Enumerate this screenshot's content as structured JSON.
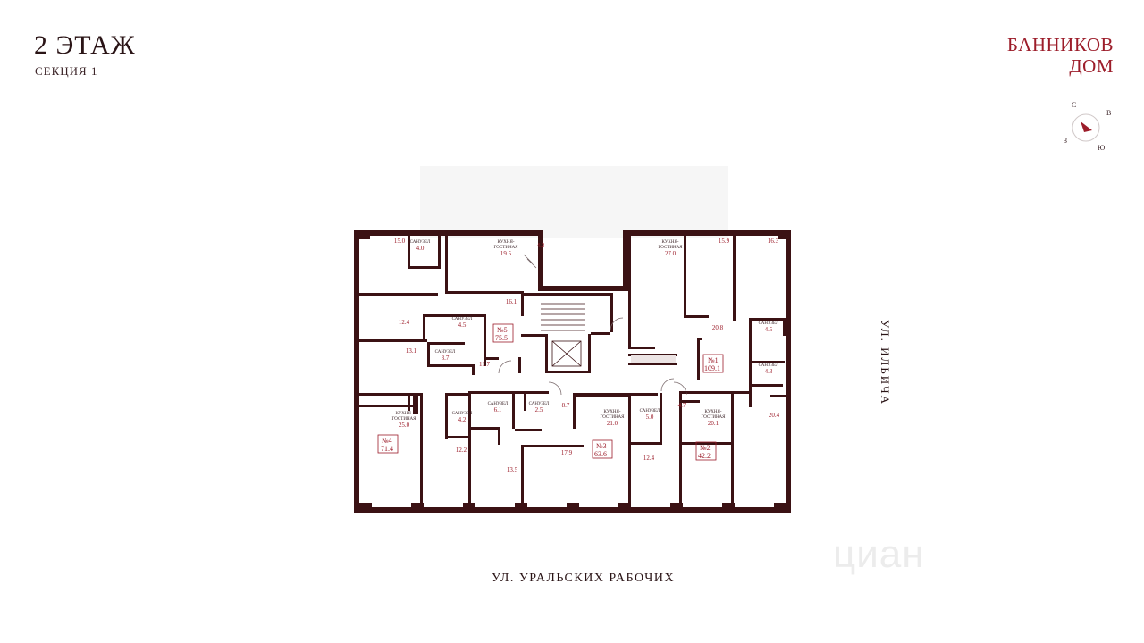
{
  "header": {
    "floor_title": "2 ЭТАЖ",
    "section": "СЕКЦИЯ 1",
    "brand_line1": "БАННИКОВ",
    "brand_line2": "ДОМ"
  },
  "compass": {
    "north": "С",
    "east": "В",
    "south": "Ю",
    "west": "З"
  },
  "streets": {
    "right": "УЛ. ИЛЬИЧА",
    "bottom": "УЛ. УРАЛЬСКИХ РАБОЧИХ"
  },
  "watermark": "циан",
  "colors": {
    "wall": "#3b1214",
    "accent": "#9c1d2a",
    "text": "#2a1416",
    "lightbox": "#f3f3f3"
  },
  "apartments": [
    {
      "id": "apt5",
      "number": "№5",
      "area": "75.5"
    },
    {
      "id": "apt1",
      "number": "№1",
      "area": "109.1"
    },
    {
      "id": "apt4",
      "number": "№4",
      "area": "71.4"
    },
    {
      "id": "apt3",
      "number": "№3",
      "area": "63.6"
    },
    {
      "id": "apt2",
      "number": "№2",
      "area": "42.2"
    }
  ],
  "rooms": [
    {
      "id": "r1",
      "label": "",
      "area": "15.0"
    },
    {
      "id": "r2",
      "label": "САНУЗЕЛ",
      "area": "4.0"
    },
    {
      "id": "r3",
      "label": "КУХНЯ-\nГОСТИНАЯ",
      "area": "19.5"
    },
    {
      "id": "r4",
      "label": "",
      "area": "4.2"
    },
    {
      "id": "r5",
      "label": "",
      "area": "16.1"
    },
    {
      "id": "r6",
      "label": "",
      "area": "12.4"
    },
    {
      "id": "r7",
      "label": "САНУЗЕЛ",
      "area": "4.5"
    },
    {
      "id": "r8",
      "label": "",
      "area": "13.1"
    },
    {
      "id": "r9",
      "label": "САНУЗЕЛ",
      "area": "3.7"
    },
    {
      "id": "r10",
      "label": "",
      "area": "11.7"
    },
    {
      "id": "r11",
      "label": "КУХНЯ-\nГОСТИНАЯ",
      "area": "27.0"
    },
    {
      "id": "r12",
      "label": "",
      "area": "15.9"
    },
    {
      "id": "r13",
      "label": "",
      "area": "16.3"
    },
    {
      "id": "r14",
      "label": "",
      "area": "20.8"
    },
    {
      "id": "r15",
      "label": "САНУЗЕЛ",
      "area": "4.5"
    },
    {
      "id": "r16",
      "label": "САНУЗЕЛ",
      "area": "4.3"
    },
    {
      "id": "r17",
      "label": "",
      "area": "20.4"
    },
    {
      "id": "r18",
      "label": "КУХНЯ-\nГОСТИНАЯ",
      "area": "25.0"
    },
    {
      "id": "r19",
      "label": "САНУЗЕЛ",
      "area": "4.2"
    },
    {
      "id": "r20",
      "label": "",
      "area": "12.2"
    },
    {
      "id": "r21",
      "label": "САНУЗЕЛ",
      "area": "6.1"
    },
    {
      "id": "r22",
      "label": "САНУЗЕЛ",
      "area": "2.5"
    },
    {
      "id": "r23",
      "label": "",
      "area": "8.7"
    },
    {
      "id": "r24",
      "label": "КУХНЯ-\nГОСТИНАЯ",
      "area": "21.0"
    },
    {
      "id": "r25",
      "label": "САНУЗЕЛ",
      "area": "5.0"
    },
    {
      "id": "r26",
      "label": "",
      "area": "4.7"
    },
    {
      "id": "r27",
      "label": "КУХНЯ-\nГОСТИНАЯ",
      "area": "20.1"
    },
    {
      "id": "r28",
      "label": "",
      "area": "13.5"
    },
    {
      "id": "r29",
      "label": "",
      "area": "17.9"
    },
    {
      "id": "r30",
      "label": "",
      "area": "12.4"
    }
  ]
}
